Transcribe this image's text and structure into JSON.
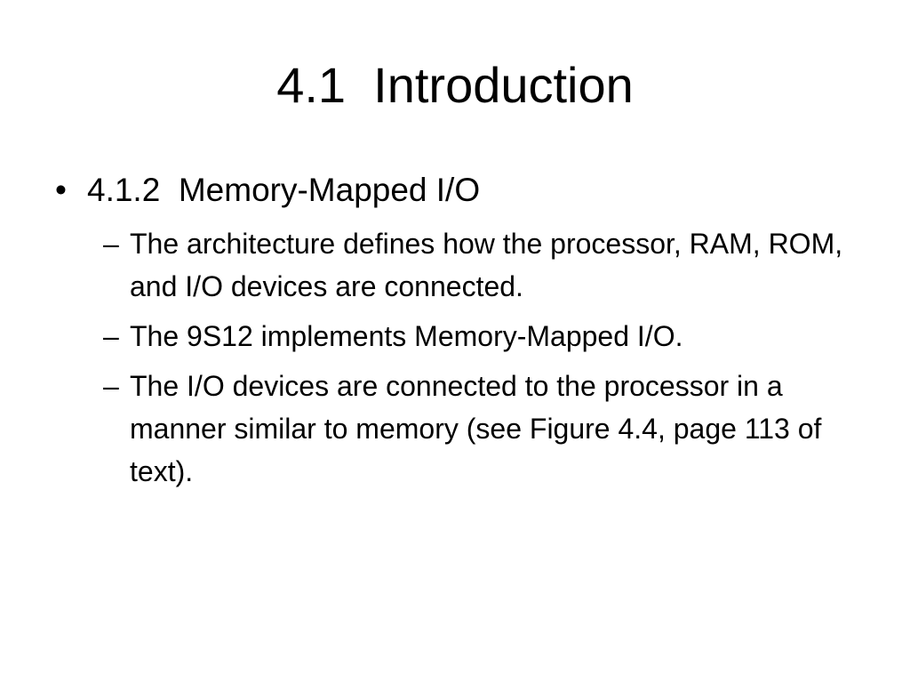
{
  "slide": {
    "title": "4.1  Introduction",
    "bullets": [
      {
        "marker": "•",
        "text": "4.1.2  Memory-Mapped I/O",
        "subitems": [
          {
            "marker": "–",
            "text": "The architecture defines how the processor, RAM, ROM, and I/O devices are connected."
          },
          {
            "marker": "–",
            "text": "The 9S12 implements Memory-Mapped I/O."
          },
          {
            "marker": "–",
            "text": "The I/O devices are connected to the processor in a manner similar to memory (see Figure 4.4, page 113 of text)."
          }
        ]
      }
    ]
  }
}
